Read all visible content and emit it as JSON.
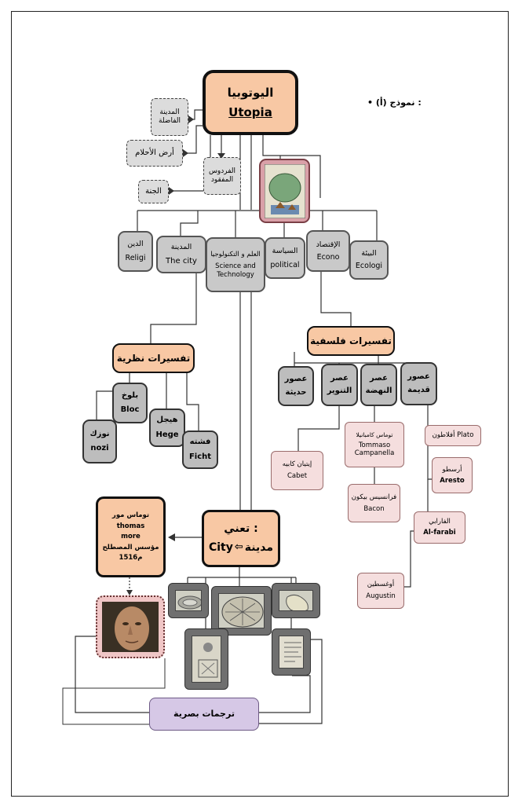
{
  "bullet": "نموذج (أ) :",
  "root": {
    "ar": "اليوتوبيا",
    "en": "Utopia"
  },
  "synonyms": [
    {
      "text": "المدينة الفاضلة"
    },
    {
      "text": "أرض الأحلام"
    },
    {
      "text": "الفردوس المفقود"
    },
    {
      "text": "الجنة"
    }
  ],
  "branches": [
    {
      "ar": "الدين",
      "en": "Religi"
    },
    {
      "ar": "المدينة",
      "en": "The city"
    },
    {
      "ar": "العلم و التكنولوجيا",
      "en": "Science and Technology"
    },
    {
      "ar": "السياسة",
      "en": "political"
    },
    {
      "ar": "الإقتصاد",
      "en": "Econo"
    },
    {
      "ar": "البيئة",
      "en": "Ecologi"
    }
  ],
  "theoretical": {
    "title": "تفسيرات نظرية",
    "people": [
      {
        "ar": "بلوخ",
        "en": "Bloc"
      },
      {
        "ar": "هيجل",
        "en": "Hege"
      },
      {
        "ar": "نوزك",
        "en": "nozi"
      },
      {
        "ar": "فشته",
        "en": "Ficht"
      }
    ]
  },
  "philosophical": {
    "title": "تفسيرات فلسفية",
    "eras": [
      {
        "line1": "عصور",
        "line2": "حديثة"
      },
      {
        "line1": "عصر",
        "line2": "التنوير"
      },
      {
        "line1": "عصر",
        "line2": "النهضة"
      },
      {
        "line1": "عصور",
        "line2": "قديمة"
      }
    ],
    "thinkers": {
      "cabet": {
        "ar": "إيتيان كابيه",
        "en": "Cabet"
      },
      "campanella": {
        "ar": "توماس كامبانيلا",
        "en1": "Tommaso",
        "en2": "Campanella"
      },
      "bacon": {
        "ar": "فرانسيس بيكون",
        "en": "Bacon"
      },
      "plato": {
        "text": "أفلاطون Plato"
      },
      "aresto": {
        "ar": "أرسطو",
        "en": "Aresto"
      },
      "farabi": {
        "ar": "الفارابي",
        "en": "Al-farabi"
      },
      "augustin": {
        "ar": "أوغسطين",
        "en": "Augustin"
      }
    }
  },
  "more_box": {
    "l1": "توماس مور",
    "l2": "thomas",
    "l3": "more",
    "l4": "مؤسس المصطلح",
    "l5": "1516م"
  },
  "city_box": {
    "l1": "تعني :",
    "l2_en": "City",
    "l2_ar": "مدينة"
  },
  "visual": {
    "label": "ترجمات بصرية"
  },
  "colors": {
    "orange": "#f8c8a4",
    "gray": "#c9c9c9",
    "pink": "#f5dede",
    "purple": "#d6c8e6",
    "image_frame": "#6f6f6f"
  }
}
